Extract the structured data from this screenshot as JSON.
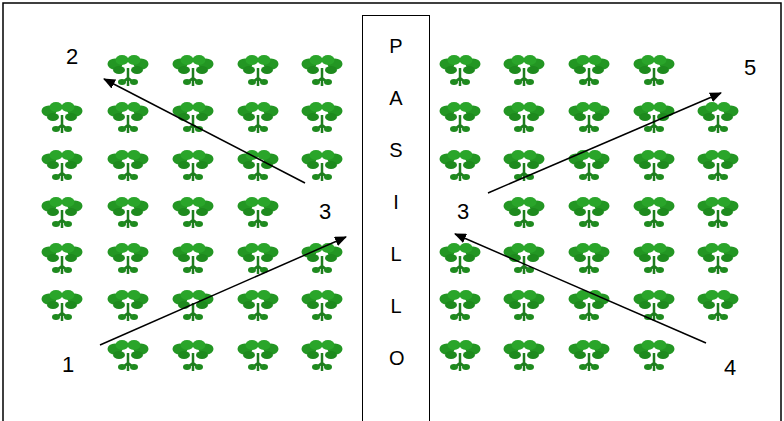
{
  "diagram": {
    "nodes": [
      {
        "text": [
          "PASILLO"
        ]
      }
    ],
    "labels": [
      "2",
      "5",
      "3",
      "3",
      "1",
      "4"
    ]
  }
}
